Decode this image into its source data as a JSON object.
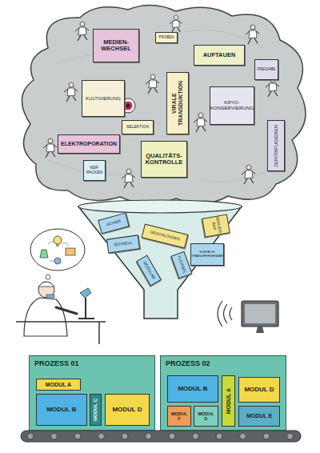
{
  "diagram": {
    "nodes": [
      {
        "text": [
          "MEDIEN- WECHSEL"
        ]
      },
      {
        "text": [
          "PROBEN"
        ]
      },
      {
        "text": [
          "AUFTAUEN"
        ]
      },
      {
        "text": [
          "FREIGABE"
        ]
      },
      {
        "text": [
          "KULTIVIERUNG"
        ]
      },
      {
        "text": [
          "SELEKTION"
        ]
      },
      {
        "text": [
          "VIRALE TRANSDUKTION"
        ]
      },
      {
        "text": [
          "KRYO- KONSERVIERUNG"
        ]
      },
      {
        "text": [
          "ELEKTROPORATION"
        ]
      },
      {
        "text": [
          "QUALITÄTS- KONTROLLE"
        ]
      },
      {
        "text": [
          "VER- PACKEN"
        ]
      },
      {
        "text": [
          "ZENTRIFUGIEREN"
        ]
      },
      {
        "text": [
          "SICHER"
        ]
      },
      {
        "text": [
          "SKALIER- BAR"
        ]
      },
      {
        "text": [
          "SCHNELL"
        ]
      },
      {
        "text": [
          "GESCHLOSSEN"
        ]
      },
      {
        "text": [
          "FLEXIBEL"
        ]
      },
      {
        "text": [
          "EINFACH TRANSFERIERBAR"
        ]
      },
      {
        "text": [
          "MODULAR"
        ]
      },
      {
        "text": [
          "PROZESS 01"
        ]
      },
      {
        "text": [
          "MODUL A"
        ],
        "in": 19
      },
      {
        "text": [
          "MODUL B"
        ],
        "in": 19
      },
      {
        "text": [
          "MODUL C"
        ],
        "in": 19
      },
      {
        "text": [
          "MODUL D"
        ],
        "in": 19
      },
      {
        "text": [
          "PROZESS 02"
        ]
      },
      {
        "text": [
          "MODUL B"
        ],
        "in": 24
      },
      {
        "text": [
          "MODUL A"
        ],
        "in": 24
      },
      {
        "text": [
          "MODUL D"
        ],
        "in": 24
      },
      {
        "text": [
          "MODUL F"
        ],
        "in": 24
      },
      {
        "text": [
          "MODUL G"
        ],
        "in": 24
      },
      {
        "text": [
          "MODUL E"
        ],
        "in": 24
      }
    ]
  }
}
